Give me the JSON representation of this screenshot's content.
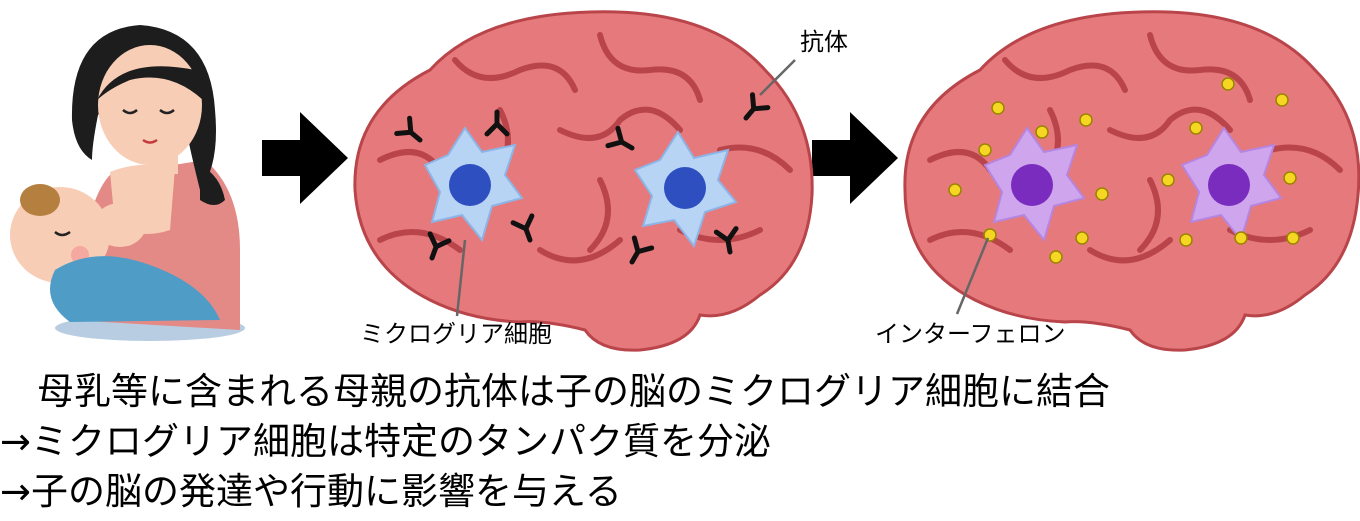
{
  "labels": {
    "antibody": "抗体",
    "microglia": "ミクログリア細胞",
    "interferon": "インターフェロン"
  },
  "caption": {
    "line1": "　母乳等に含まれる母親の抗体は子の脳のミクログリア細胞に結合",
    "line2": "→ミクログリア細胞は特定のタンパク質を分泌",
    "line3": "→子の脳の発達や行動に影響を与える"
  },
  "colors": {
    "brain": "#e6797c",
    "brain_dark": "#b9454b",
    "microglia_cell": "#b7d4f5",
    "microglia_nucleus": "#2e4fc0",
    "activated_cell": "#cfa5ee",
    "activated_nucleus": "#7a2cbf",
    "interferon": "#f5d622",
    "skin": "#f8cdb5",
    "mother_clothes": "#e38a86",
    "baby_clothes": "#4f9cc6"
  }
}
